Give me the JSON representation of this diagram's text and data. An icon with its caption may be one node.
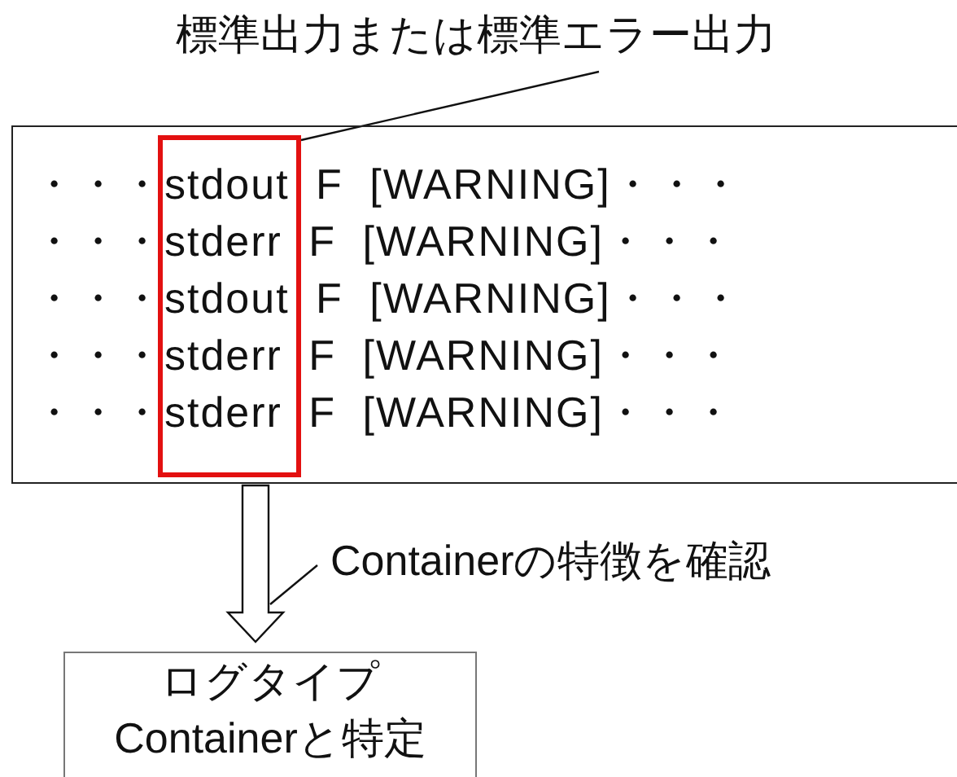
{
  "diagram": {
    "nodes": [
      {
        "text": [
          "標準出力または標準エラー出力"
        ]
      },
      {
        "text": [
          "・・・stdout F [WARNING]・・・",
          "・・・stderr F [WARNING]・・・",
          "・・・stdout F [WARNING]・・・",
          "・・・stderr F [WARNING]・・・",
          "・・・stderr F [WARNING]・・・"
        ]
      },
      {
        "text": [],
        "shape": "box",
        "in": 1
      },
      {
        "text": [
          "ログタイプContainerと特定"
        ]
      }
    ],
    "edges": [
      {
        "from": 0,
        "to": 2,
        "arrow": "none"
      },
      {
        "from": 1,
        "to": 3,
        "arrow": "to",
        "label": "Containerの特徴を確認"
      }
    ]
  }
}
